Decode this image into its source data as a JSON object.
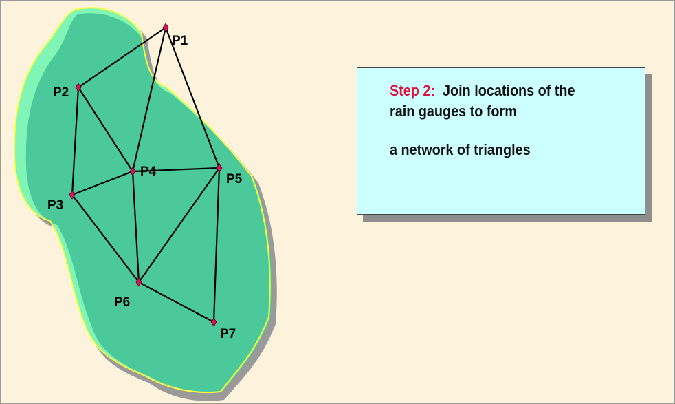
{
  "callout": {
    "step_label": "Step 2:",
    "line1_rest": "Join locations of the",
    "line2": "rain gauges to form",
    "line3": "a network of triangles"
  },
  "gauges": [
    {
      "id": "P1",
      "label": "P1"
    },
    {
      "id": "P2",
      "label": "P2"
    },
    {
      "id": "P3",
      "label": "P3"
    },
    {
      "id": "P4",
      "label": "P4"
    },
    {
      "id": "P5",
      "label": "P5"
    },
    {
      "id": "P6",
      "label": "P6"
    },
    {
      "id": "P7",
      "label": "P7"
    }
  ],
  "triangle_edges": [
    [
      "P1",
      "P2"
    ],
    [
      "P1",
      "P4"
    ],
    [
      "P1",
      "P5"
    ],
    [
      "P2",
      "P3"
    ],
    [
      "P2",
      "P4"
    ],
    [
      "P3",
      "P4"
    ],
    [
      "P3",
      "P6"
    ],
    [
      "P4",
      "P5"
    ],
    [
      "P4",
      "P6"
    ],
    [
      "P5",
      "P6"
    ],
    [
      "P5",
      "P7"
    ],
    [
      "P6",
      "P7"
    ]
  ],
  "colors": {
    "background": "#fdf2dc",
    "catchment_fill": "#4cc99a",
    "catchment_highlight": "#80f5b5",
    "catchment_outline": "#ffff40",
    "catchment_shadow": "#9a9a9a",
    "gauge_marker": "#d4145a",
    "callout_fill": "#ccffff",
    "step_label_color": "#e0103a"
  }
}
